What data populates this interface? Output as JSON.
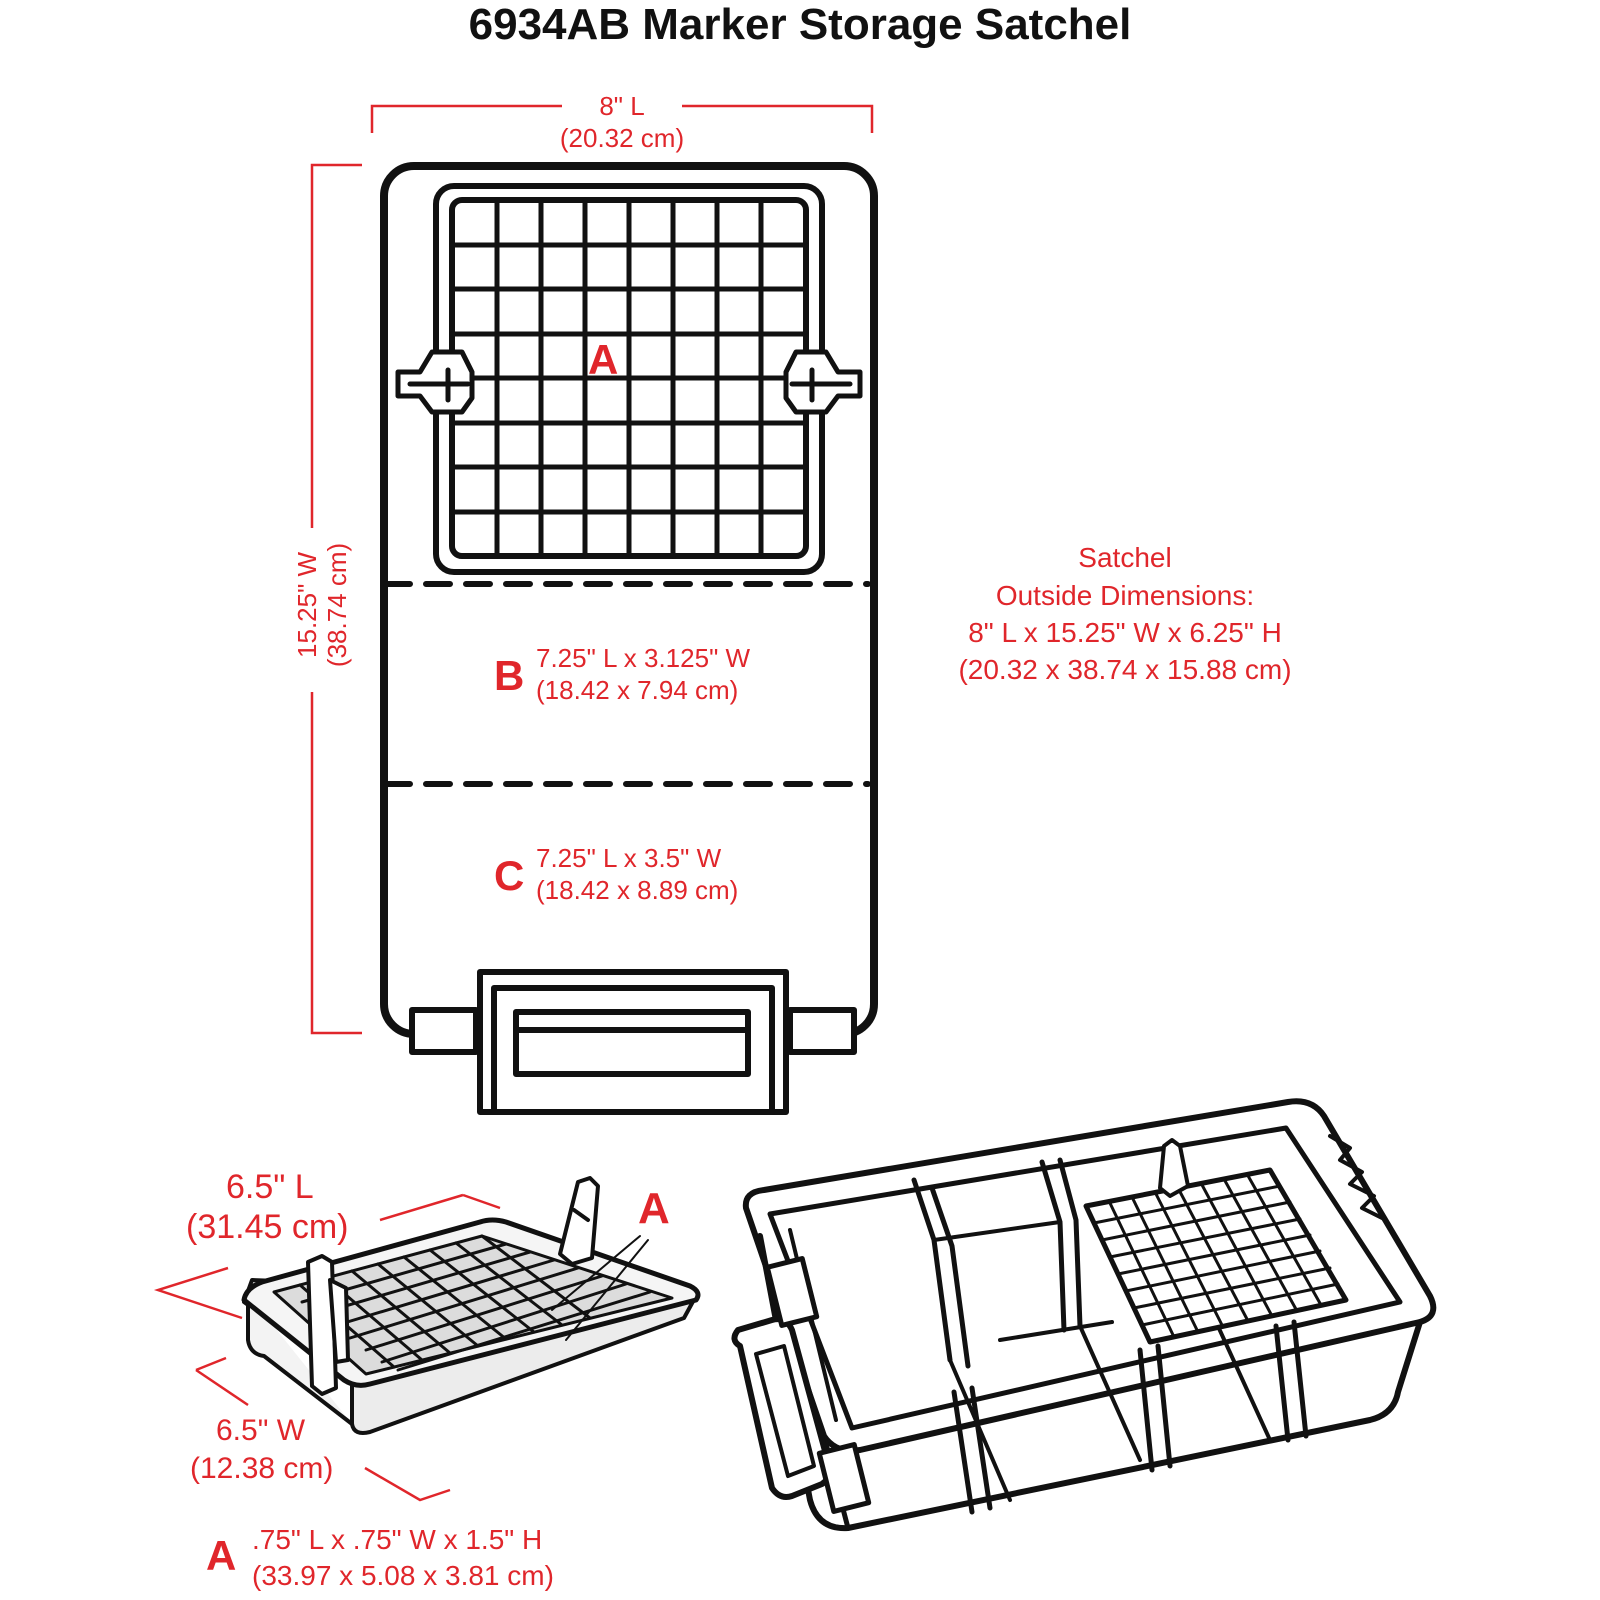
{
  "title": "6934AB Marker Storage Satchel",
  "top_view": {
    "length_dim": "8\" L",
    "length_dim_cm": "(20.32 cm)",
    "width_dim": "15.25\" W",
    "width_dim_cm": "(38.74 cm)",
    "compartment_a": {
      "letter": "A"
    },
    "compartment_b": {
      "letter": "B",
      "size": "7.25\" L x 3.125\" W",
      "size_cm": "(18.42 x 7.94 cm)"
    },
    "compartment_c": {
      "letter": "C",
      "size": "7.25\" L x 3.5\" W",
      "size_cm": "(18.42 x 8.89 cm)"
    }
  },
  "satchel_outside": {
    "line1": "Satchel",
    "line2": "Outside Dimensions:",
    "line3": "8\" L x 15.25\" W x 6.25\" H",
    "line4": "(20.32 x 38.74 x 15.88 cm)"
  },
  "tray_view": {
    "length_dim": "6.5\" L",
    "length_dim_cm": "(31.45 cm)",
    "width_dim": "6.5\" W",
    "width_dim_cm": "(12.38 cm)",
    "callout_letter": "A"
  },
  "cell_a": {
    "letter": "A",
    "size": ".75\" L x .75\" W x 1.5\" H",
    "size_cm": "(33.97 x 5.08 x 3.81 cm)"
  },
  "colors": {
    "accent": "#e0262b",
    "line": "#111111",
    "fill_light": "#e9e9e9"
  }
}
